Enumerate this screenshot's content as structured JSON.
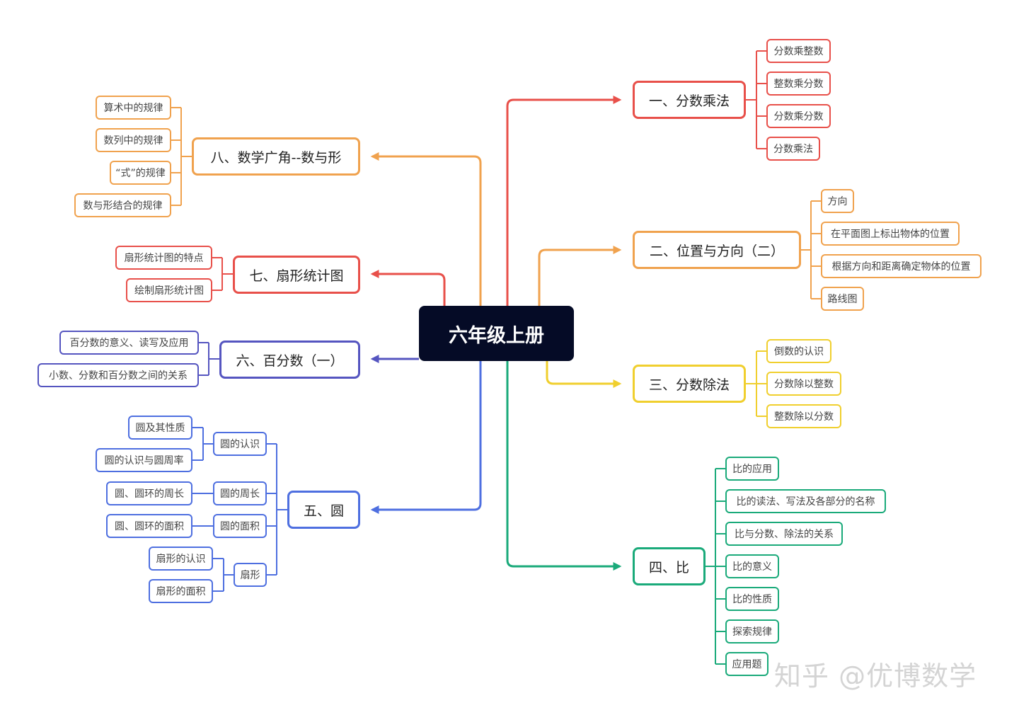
{
  "root": {
    "label": "六年级上册"
  },
  "colors": {
    "red": "#e8504a",
    "orange": "#f0a24e",
    "yellow": "#f0cf2e",
    "green": "#1aaa7a",
    "blue": "#4e6fe0",
    "purple": "#5555c0",
    "text_dark": "#222222"
  },
  "watermark": "知乎 @优博数学",
  "branches": {
    "b1": {
      "label": "一、分数乘法",
      "items": [
        "分数乘整数",
        "整数乘分数",
        "分数乘分数",
        "分数乘法"
      ]
    },
    "b2": {
      "label": "二、位置与方向（二）",
      "items": [
        "方向",
        "在平面图上标出物体的位置",
        "根据方向和距离确定物体的位置",
        "路线图"
      ]
    },
    "b3": {
      "label": "三、分数除法",
      "items": [
        "倒数的认识",
        "分数除以整数",
        "整数除以分数"
      ]
    },
    "b4": {
      "label": "四、比",
      "items": [
        "比的应用",
        "比的读法、写法及各部分的名称",
        "比与分数、除法的关系",
        "比的意义",
        "比的性质",
        "探索规律",
        "应用题"
      ]
    },
    "b5": {
      "label": "五、圆",
      "groups": [
        {
          "label": "圆的认识",
          "items": [
            "圆及其性质",
            "圆的认识与圆周率"
          ]
        },
        {
          "label": "圆的周长",
          "items": [
            "圆、圆环的周长"
          ]
        },
        {
          "label": "圆的面积",
          "items": [
            "圆、圆环的面积"
          ]
        },
        {
          "label": "扇形",
          "items": [
            "扇形的认识",
            "扇形的面积"
          ]
        }
      ]
    },
    "b6": {
      "label": "六、百分数（一）",
      "items": [
        "百分数的意义、读写及应用",
        "小数、分数和百分数之间的关系"
      ]
    },
    "b7": {
      "label": "七、扇形统计图",
      "items": [
        "扇形统计图的特点",
        "绘制扇形统计图"
      ]
    },
    "b8": {
      "label": "八、数学广角--数与形",
      "items": [
        "算术中的规律",
        "数列中的规律",
        "“式”的规律",
        "数与形结合的规律"
      ]
    }
  }
}
